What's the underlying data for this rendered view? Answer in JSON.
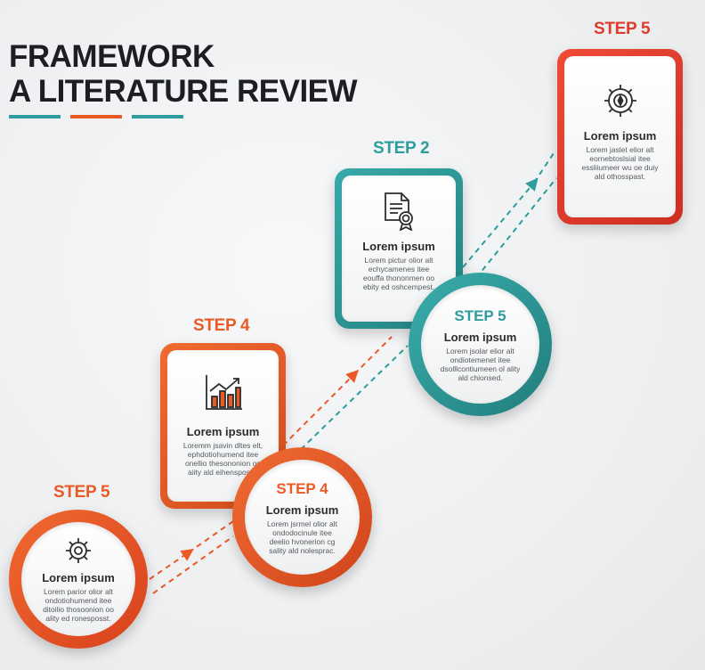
{
  "title": {
    "line1": "FRAMEWORK",
    "line2": "A LITERATURE REVIEW"
  },
  "colors": {
    "teal": "#2f9c9d",
    "orange": "#ea5a26",
    "red": "#df3a2c",
    "dark": "#1c1e21"
  },
  "steps": [
    {
      "label": "STEP 5",
      "heading": "Lorem ipsum",
      "body": "Lorem parior olior alt ondotiohumend itee ditoilio thosoonion oo ality ed ronesposst.",
      "icon": "gear-icon",
      "shape": "circle",
      "accent": "orange"
    },
    {
      "label": "STEP 4",
      "heading": "Lorem ipsum",
      "body": "Loremm jsavin dltes elt, ephdotiohumend itee onellio thesononion oo aiity ald eihensposst.",
      "icon": "bar-chart-icon",
      "shape": "card",
      "accent": "orange"
    },
    {
      "label": "STEP 4",
      "heading": "Lorem ipsum",
      "body": "Lorem jsrmel olior alt ondodocinule itee deelio hvonerion cg sality ald nolesprac.",
      "icon": "none",
      "shape": "circle",
      "accent": "orange"
    },
    {
      "label": "STEP 2",
      "heading": "Lorem ipsum",
      "body": "Lorem pictur olior alt echycamenes itee eouffa thononmen oo ebity ed oshcempest.",
      "icon": "document-certificate-icon",
      "shape": "card",
      "accent": "teal"
    },
    {
      "label": "STEP 5",
      "heading": "Lorem ipsum",
      "body": "Lorem jsolar elior alt ondiotemenet itee dsolllcontiumeen ol ality ald chionsed.",
      "icon": "none",
      "shape": "circle",
      "accent": "teal"
    },
    {
      "label": "STEP 5",
      "heading": "Lorem ipsum",
      "body": "Lorem jaslet elior alt eornebtoslsial itee essliiumeer wu oe duiy ald othosspast.",
      "icon": "gear-compass-icon",
      "shape": "card",
      "accent": "red"
    }
  ]
}
